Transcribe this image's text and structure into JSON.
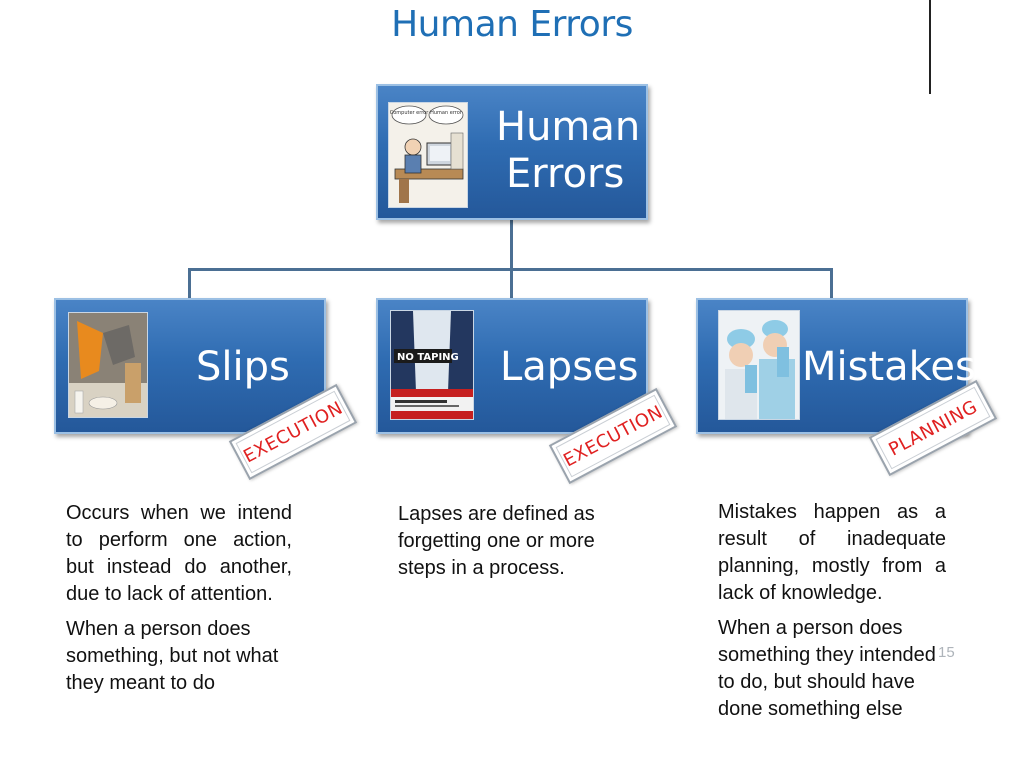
{
  "title": "Human Errors",
  "root": {
    "label_line1": "Human",
    "label_line2": "Errors",
    "image": "computer-error-cartoon",
    "cartoon_bubble_left": "Computer error",
    "cartoon_bubble_right": "Human error"
  },
  "categories": [
    {
      "label": "Slips",
      "image": "spilled-juice-photo",
      "stamp": "EXECUTION",
      "description": [
        "Occurs when we intend to perform one action, but instead do another, due to lack of attention.",
        "When a person does something, but not what they meant to do"
      ]
    },
    {
      "label": "Lapses",
      "image": "news-screen-photo",
      "image_caption": "NO TAPING",
      "stamp": "EXECUTION",
      "description": [
        "Lapses are defined as forgetting one or more steps in a process."
      ]
    },
    {
      "label": "Mistakes",
      "image": "surgeons-photo",
      "stamp": "PLANNING",
      "description": [
        "Mistakes happen as a result of inadequate planning, mostly from a lack of knowledge.",
        "When a person does something they intended to do, but should have done something else"
      ]
    }
  ],
  "page_number": "15",
  "colors": {
    "title": "#1f6fb5",
    "box": "#2f6cb2",
    "stamp_text": "#e02121",
    "connector": "#4b6f93"
  }
}
